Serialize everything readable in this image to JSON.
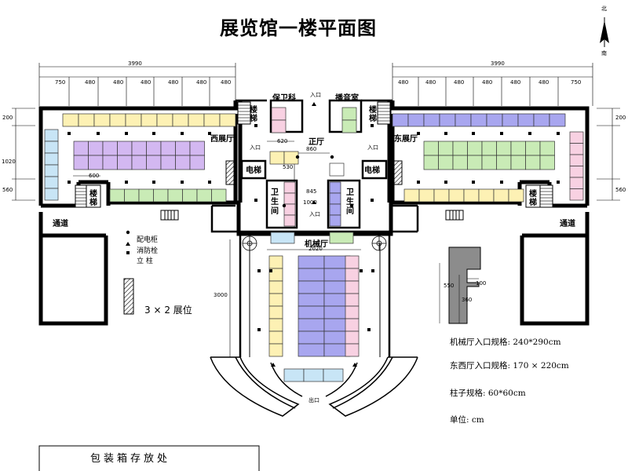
{
  "title": "展览馆一楼平面图",
  "compass": {
    "north": "北",
    "south": "南"
  },
  "dims": {
    "left_total": "3990",
    "right_total": "3990",
    "seg_750": "750",
    "seg_480": "480",
    "h_200": "200",
    "h_1020": "1020",
    "h_560": "560",
    "w_600": "600",
    "w_620": "620",
    "w_860": "860",
    "v_530": "530",
    "v_845": "845",
    "v_1000": "1000",
    "hall_2020": "2020",
    "v_3000": "3000",
    "col_550": "550",
    "col_100": "100",
    "col_360": "360"
  },
  "rooms": {
    "security": "保卫科",
    "broadcast": "播音室",
    "west_hall": "西展厅",
    "east_hall": "东展厅",
    "main_hall": "正厅",
    "machinery_hall": "机械厅",
    "stairs": "楼梯",
    "elevator": "电梯",
    "toilet": "卫生间",
    "corridor": "通道",
    "entrance": "入口",
    "exit": "出口",
    "packing": "包装箱存放处"
  },
  "legend": {
    "power_cabinet": "配电柜",
    "hydrant": "消防栓",
    "column": "立  柱",
    "booth": "3 × 2 展位"
  },
  "specs": {
    "machinery_entrance": "机械厅入口规格: 240*290cm",
    "side_entrance": "东西厅入口规格: 170 × 220cm",
    "column_size": "柱子规格: 60*60cm",
    "unit": "单位: cm"
  },
  "colors": {
    "yellow": "#fdf1b4",
    "purple": "#d3b8f1",
    "green": "#c9ebb6",
    "blue": "#c8e5f6",
    "pink": "#f8d1e2",
    "violet": "#a8a6ef",
    "wall": "#000000",
    "wall_gray": "#8c8c8c"
  }
}
